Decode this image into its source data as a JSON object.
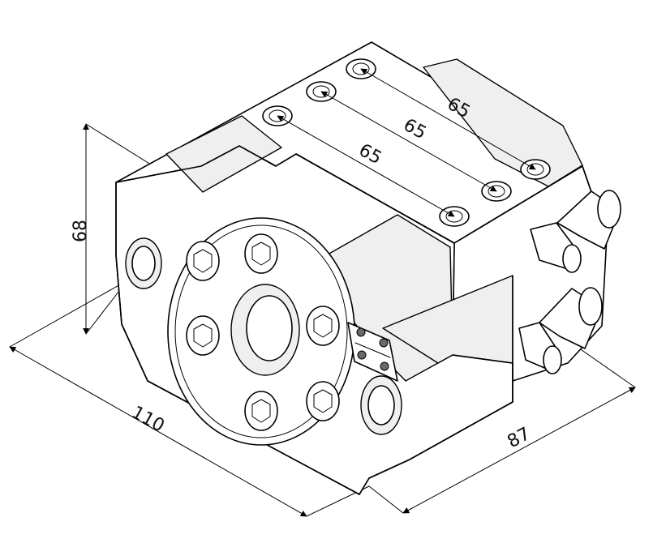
{
  "drawing": {
    "dimensions": {
      "length": "110",
      "height": "68",
      "width": "87",
      "hole_spacing_1": "65",
      "hole_spacing_2": "65",
      "hole_spacing_3": "65"
    }
  }
}
